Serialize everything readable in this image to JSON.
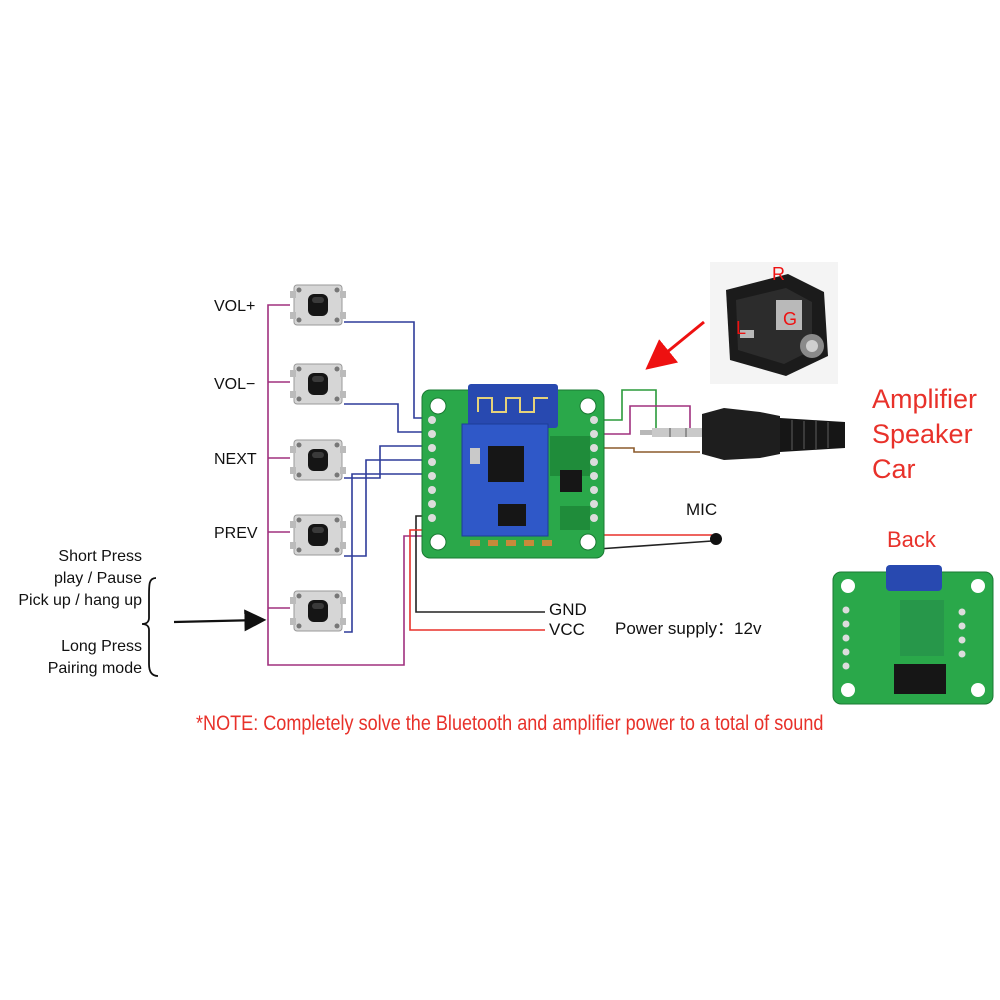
{
  "buttons": [
    {
      "label": "VOL+"
    },
    {
      "label": "VOL−"
    },
    {
      "label": "NEXT"
    },
    {
      "label": "PREV"
    },
    {
      "label": ""
    }
  ],
  "side_notes": {
    "short_press": "Short Press",
    "play_pause": "play / Pause",
    "pick_up": "Pick up / hang up",
    "long_press": "Long Press",
    "pairing": "Pairing mode"
  },
  "jack": {
    "r": "R",
    "g": "G",
    "l": "L"
  },
  "output": {
    "line1": "Amplifier",
    "line2": "Speaker",
    "line3": "Car"
  },
  "mic": "MIC",
  "gnd": "GND",
  "vcc": "VCC",
  "power_supply": "Power supply：12v",
  "back": "Back",
  "note": "*NOTE: Completely solve the Bluetooth and amplifier power to a total of sound",
  "colors": {
    "purple": "#a0307e",
    "blue": "#2e3c9a",
    "red": "#e8312a",
    "green": "#2a9a3a",
    "brown": "#8b5a2b",
    "pcb": "#2aa84a"
  },
  "icons": [
    "push-button-icon",
    "bluetooth-module-icon",
    "audio-jack-icon",
    "audio-plug-icon",
    "microphone-icon",
    "pcb-back-icon",
    "arrow-icon",
    "brace-icon"
  ]
}
